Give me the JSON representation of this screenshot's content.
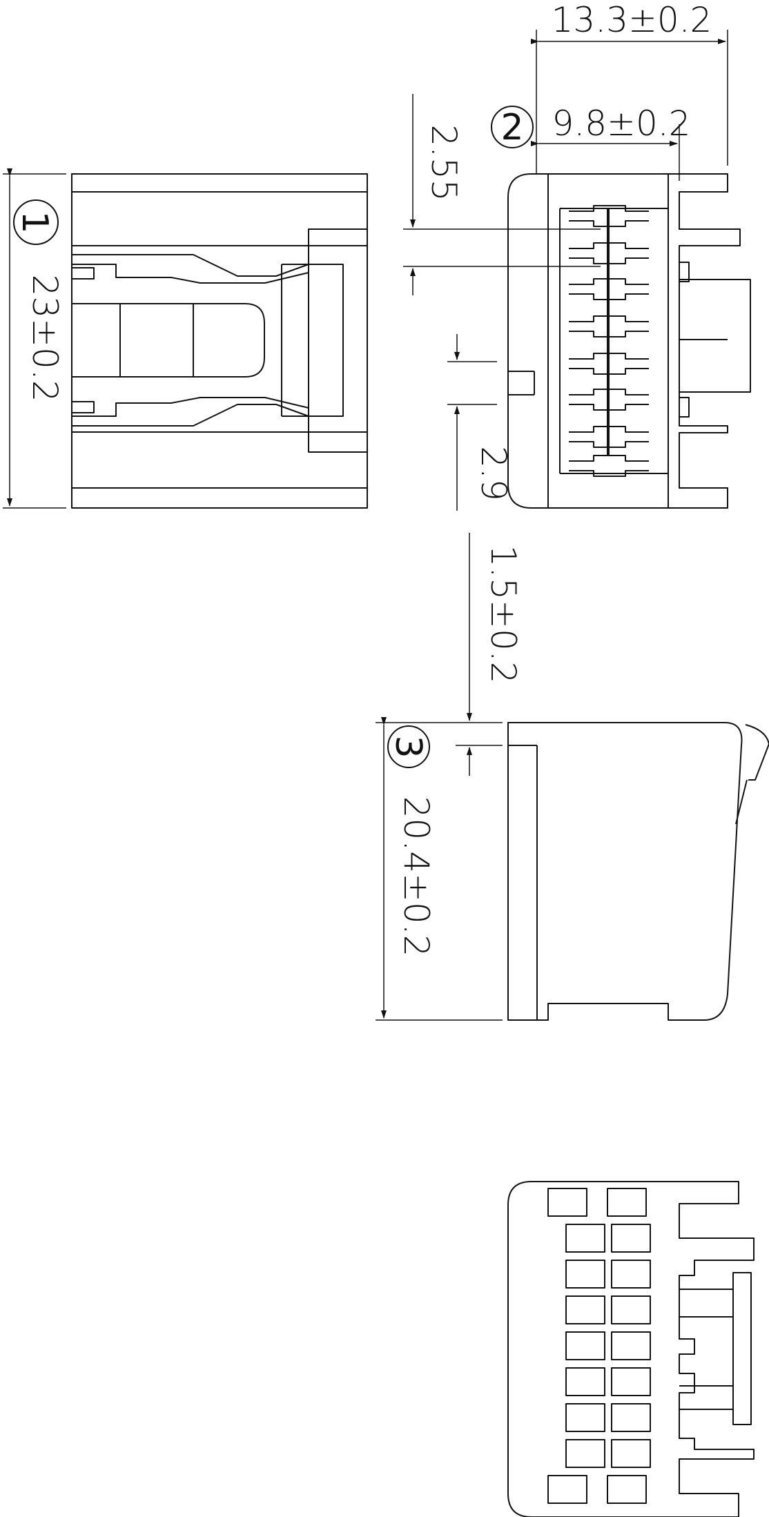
{
  "views": {
    "view1": {
      "number": "1"
    },
    "view2": {
      "number": "2"
    },
    "view3": {
      "number": "3"
    }
  },
  "dimensions": {
    "height_23": "23±0.2",
    "width_13_3": "13.3±0.2",
    "width_9_8": "9.8±0.2",
    "pitch_2_55": "2.55",
    "gap_2_9": "2.9",
    "offset_1_5": "1.5±0.2",
    "height_20_4": "20.4±0.2"
  }
}
